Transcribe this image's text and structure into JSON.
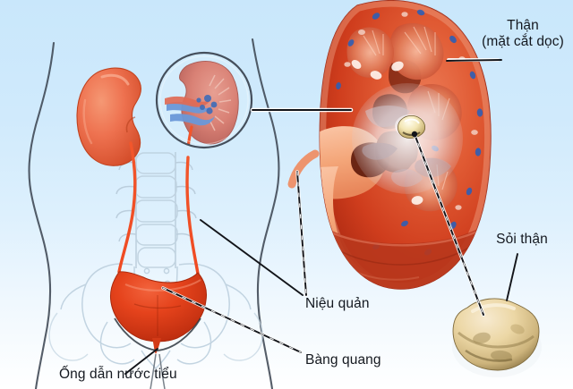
{
  "figure": {
    "title_context": "He tiet nieu - Urinary system with kidney stone",
    "background": {
      "top_color": "#c9e7fb",
      "bottom_color": "#ffffff"
    }
  },
  "labels": [
    {
      "id": "kidney",
      "name": "label-kidney",
      "line1": "Thận",
      "line2": "(mặt cắt dọc)",
      "text": "Thận\n(mặt cắt dọc)"
    },
    {
      "id": "stone",
      "name": "label-kidney-stone",
      "text": "Sỏi thận"
    },
    {
      "id": "ureter",
      "name": "label-ureter",
      "text": "Niệu quản"
    },
    {
      "id": "bladder",
      "name": "label-bladder",
      "text": "Bàng quang"
    },
    {
      "id": "urethra",
      "name": "label-urethra",
      "text": "Ống dẫn nước tiểu"
    }
  ],
  "colors": {
    "text": "#14181f",
    "leader_line": "#121419",
    "kidney_outer": "#d8492a",
    "kidney_cortex": "#e0593a",
    "kidney_medulla": "#c8351d",
    "kidney_pelvis": "#f2a07c",
    "kidney_small": "#ee7a58",
    "ureter": "#f2502a",
    "bladder": "#e03a18",
    "stone": "#ecd9a8",
    "stone_shadow": "#8e7746",
    "body_outline": "#3c4550",
    "bone_outline": "#b9ccd9",
    "vein_blue": "#4f7fd0",
    "artery_red": "#e0604a"
  },
  "anatomy_parts": [
    {
      "name": "body-torso-silhouette"
    },
    {
      "name": "spine-vertebrae"
    },
    {
      "name": "pelvis-bones"
    },
    {
      "name": "left-kidney-small"
    },
    {
      "name": "right-kidney-magnified"
    },
    {
      "name": "magnifier-circle"
    },
    {
      "name": "ureter-left"
    },
    {
      "name": "ureter-right"
    },
    {
      "name": "bladder"
    },
    {
      "name": "urethra"
    },
    {
      "name": "kidney-cross-section"
    },
    {
      "name": "kidney-stone-in-kidney"
    },
    {
      "name": "kidney-stone-enlarged"
    }
  ]
}
